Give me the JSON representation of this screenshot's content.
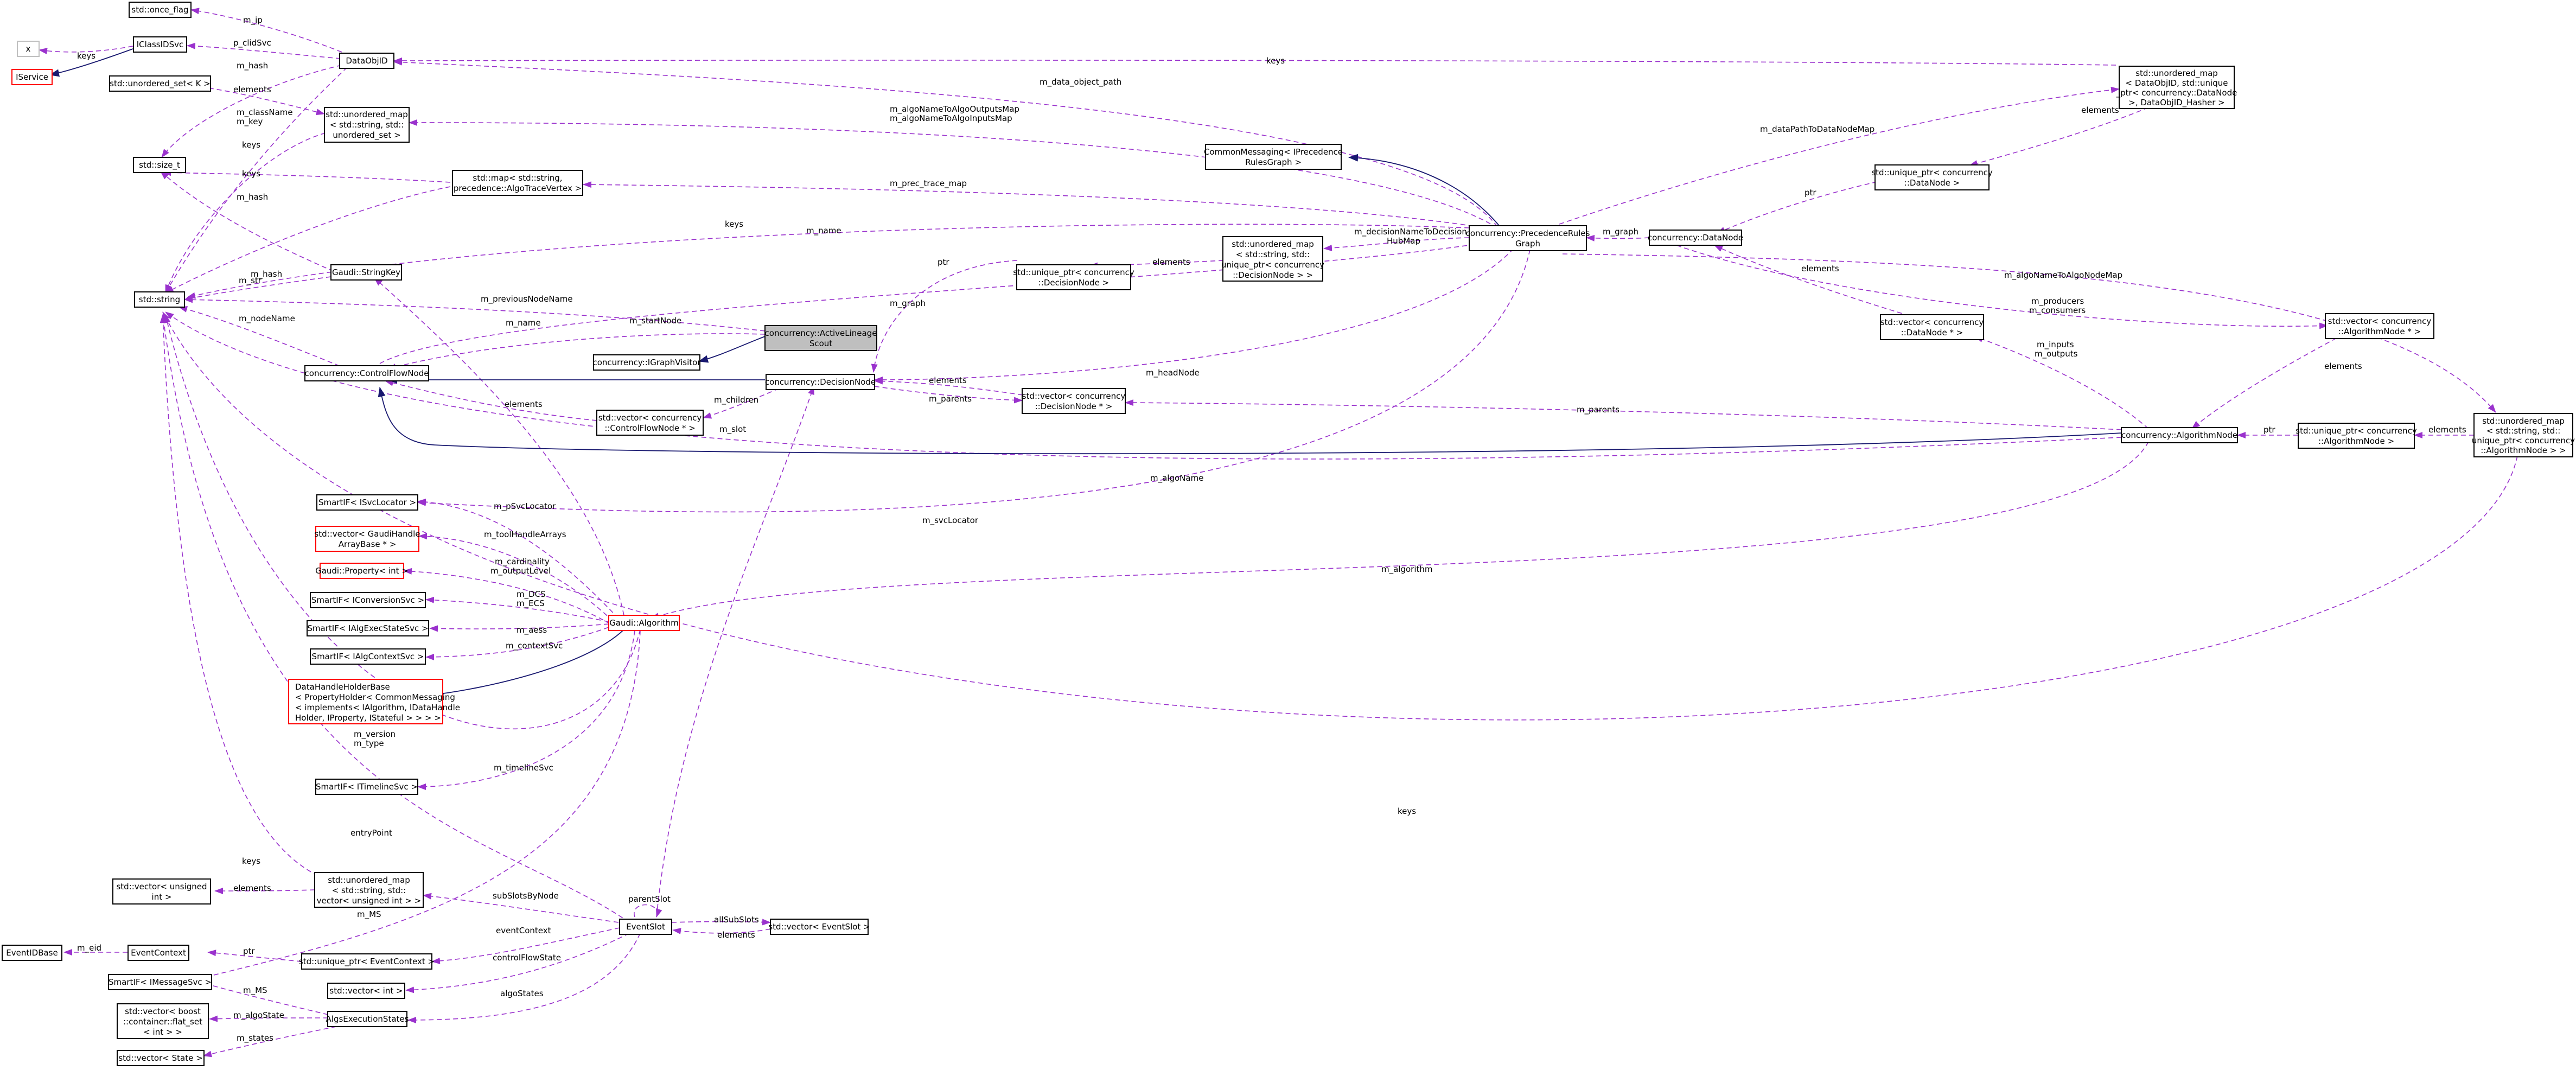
{
  "nodes": {
    "once_flag": "std::once_flag",
    "x": "x",
    "iclassidsvc": "IClassIDSvc",
    "iservice": "IService",
    "unordered_set_k": "std::unordered_set< K >",
    "size_t": "std::size_t",
    "string": "std::string",
    "dataobjid": "DataObjID",
    "um_string_set": [
      "std::unordered_map",
      "< std::string, std::",
      "unordered_set >"
    ],
    "map_trace": [
      "std::map< std::string,",
      "precedence::AlgoTraceVertex >"
    ],
    "stringkey": "Gaudi::StringKey",
    "controlflownode": "concurrency::ControlFlowNode",
    "igraphvisitor": "concurrency::IGraphVisitor",
    "activelineagescout": [
      "concurrency::ActiveLineage",
      "Scout"
    ],
    "decisionnode": "concurrency::DecisionNode",
    "vec_cfn": [
      "std::vector< concurrency",
      "::ControlFlowNode * >"
    ],
    "vec_dn": [
      "std::vector< concurrency",
      "::DecisionNode * >"
    ],
    "uptr_dn": [
      "std::unique_ptr< concurrency",
      "::DecisionNode >"
    ],
    "um_dn": [
      "std::unordered_map",
      "< std::string, std::",
      "unique_ptr< concurrency",
      "::DecisionNode > >"
    ],
    "commonmessaging": [
      "CommonMessaging< IPrecedence",
      "RulesGraph >"
    ],
    "precedencerulesgraph": [
      "concurrency::PrecedenceRules",
      "Graph"
    ],
    "datanode": "concurrency::DataNode",
    "um_dataobjid": [
      "std::unordered_map",
      "< DataObjID, std::unique",
      "_ptr< concurrency::DataNode",
      " >, DataObjID_Hasher >"
    ],
    "uptr_datanode": [
      "std::unique_ptr< concurrency",
      "::DataNode >"
    ],
    "vec_datanode": [
      "std::vector< concurrency",
      "::DataNode * >"
    ],
    "vec_algnode": [
      "std::vector< concurrency",
      "::AlgorithmNode * >"
    ],
    "algorithmnode": "concurrency::AlgorithmNode",
    "uptr_algnode": [
      "std::unique_ptr< concurrency",
      "::AlgorithmNode >"
    ],
    "um_algnode": [
      "std::unordered_map",
      "< std::string, std::",
      "unique_ptr< concurrency",
      "::AlgorithmNode > >"
    ],
    "smartif_isvclocator": "SmartIF< ISvcLocator >",
    "vec_gaudihandle": [
      "std::vector< GaudiHandle",
      "ArrayBase * >"
    ],
    "property_int": "Gaudi::Property< int >",
    "smartif_iconversionsvc": "SmartIF< IConversionSvc >",
    "smartif_ialgexecstatesvc": "SmartIF< IAlgExecStateSvc >",
    "smartif_ialgcontextsvc": "SmartIF< IAlgContextSvc >",
    "gaudi_algorithm": "Gaudi::Algorithm",
    "datahandleholderbase": [
      "DataHandleHolderBase",
      "< PropertyHolder< CommonMessaging",
      "< implements< IAlgorithm, IDataHandle",
      "Holder, IProperty, IStateful > > > >"
    ],
    "smartif_itimelinesvc": "SmartIF< ITimelineSvc >",
    "vec_unsigned": [
      "std::vector< unsigned",
      " int >"
    ],
    "um_vec_unsigned": [
      "std::unordered_map",
      "< std::string, std::",
      "vector< unsigned int > >"
    ],
    "eventidbase": "EventIDBase",
    "eventcontext": "EventContext",
    "uptr_eventcontext": "std::unique_ptr< EventContext >",
    "eventslot": "EventSlot",
    "vec_eventslot": "std::vector< EventSlot >",
    "smartif_imessagesvc": "SmartIF< IMessageSvc >",
    "vec_int": "std::vector< int >",
    "flat_set": [
      "std::vector< boost",
      "::container::flat_set",
      "< int > >"
    ],
    "algsexecutionstates": "AlgsExecutionStates",
    "vec_state": "std::vector< State >"
  },
  "edge_labels": {
    "m_ip": "m_ip",
    "p_clidSvc": "p_clidSvc",
    "keys": "keys",
    "m_hash": "m_hash",
    "elements": "elements",
    "m_className_key": [
      "m_className",
      "m_key"
    ],
    "m_data_object_path": "m_data_object_path",
    "m_algoNameToAlgo": [
      "m_algoNameToAlgoOutputsMap",
      "m_algoNameToAlgoInputsMap"
    ],
    "m_dataPathToDataNodeMap": "m_dataPathToDataNodeMap",
    "m_prec_trace_map": "m_prec_trace_map",
    "m_name": "m_name",
    "m_str": "m_str",
    "ptr": "ptr",
    "m_decisionNameToDecision": [
      "m_decisionNameToDecision",
      "HubMap"
    ],
    "m_graph": "m_graph",
    "m_algoNameToAlgoNodeMap": "m_algoNameToAlgoNodeMap",
    "m_previousNodeName": "m_previousNodeName",
    "m_startNode": "m_startNode",
    "m_nodeName": "m_nodeName",
    "m_producers_consumers": [
      "m_producers",
      "m_consumers"
    ],
    "m_headNode": "m_headNode",
    "m_children": "m_children",
    "m_parents": "m_parents",
    "m_inputs_outputs": [
      "m_inputs",
      "m_outputs"
    ],
    "m_slot": "m_slot",
    "m_algoName": "m_algoName",
    "m_svcLocator": "m_svcLocator",
    "m_pSvcLocator": "m_pSvcLocator",
    "m_toolHandleArrays": "m_toolHandleArrays",
    "m_cardinality_outputLevel": [
      "m_cardinality",
      "m_outputLevel"
    ],
    "m_DCS_ECS": [
      "m_DCS",
      "m_ECS"
    ],
    "m_aess": "m_aess",
    "m_contextSvc": "m_contextSvc",
    "m_algorithm": "m_algorithm",
    "m_version_type": [
      "m_version",
      "m_type"
    ],
    "m_timelineSvc": "m_timelineSvc",
    "entryPoint": "entryPoint",
    "subSlotsByNode": "subSlotsByNode",
    "m_MS": "m_MS",
    "m_eid": "m_eid",
    "parentSlot": "parentSlot",
    "allSubSlots": "allSubSlots",
    "eventContext": "eventContext",
    "controlFlowState": "controlFlowState",
    "algoStates": "algoStates",
    "m_algoState": "m_algoState",
    "m_states": "m_states"
  }
}
